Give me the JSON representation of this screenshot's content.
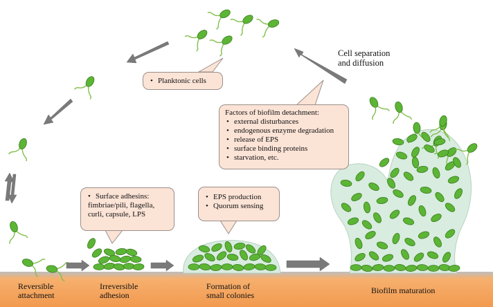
{
  "callouts": {
    "planktonic": {
      "items": [
        "Planktonic cells"
      ]
    },
    "detachment": {
      "title": "Factors of biofilm detachment:",
      "items": [
        "external disturbances",
        "endogenous enzyme degradation",
        "release of EPS",
        "surface binding proteins",
        "starvation, etc."
      ]
    },
    "adhesins": {
      "item_lines": [
        "Surface adhesins:",
        "fimbriae/pili, flagella,",
        "curli, capsule, LPS"
      ]
    },
    "eps": {
      "items": [
        "EPS production",
        "Quorum sensing"
      ]
    }
  },
  "labels": {
    "cell_separation": [
      "Cell separation",
      "and diffusion"
    ]
  },
  "stages": [
    {
      "line1": "Reversible",
      "line2": "attachment"
    },
    {
      "line1": "Irreversible",
      "line2": "adhesion"
    },
    {
      "line1": "Formation of",
      "line2": "small colonies"
    },
    {
      "line1": "Biofilm maturation",
      "line2": ""
    }
  ],
  "colors": {
    "cell_fill": "#5cb535",
    "cell_stroke": "#3a7d1f",
    "flagella": "#7fbf4a",
    "callout_fill": "#fbe3d6",
    "arrow_gray": "#7a7a7a",
    "surface_orange": "#f4a55e",
    "matrix_fill": "#d9ece0"
  }
}
